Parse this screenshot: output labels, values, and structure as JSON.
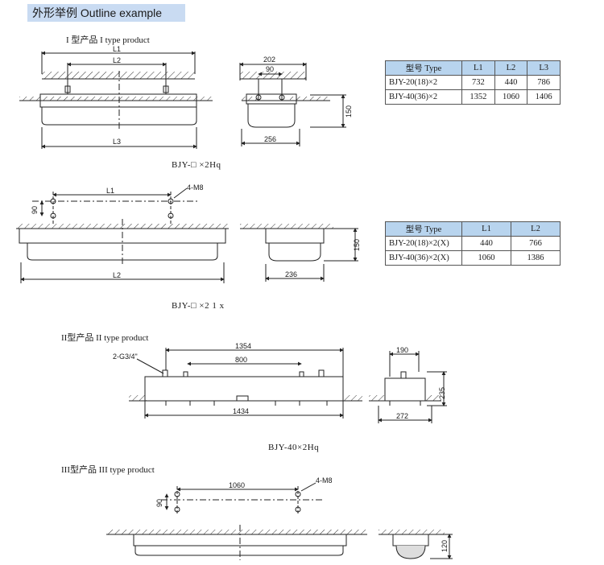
{
  "title": "外形举例  Outline example",
  "section1": {
    "label": "I 型产品  I  type product",
    "front_dims": {
      "L1": "L1",
      "L2": "L2",
      "L3": "L3"
    },
    "side_dims": {
      "w202": "202",
      "w90": "90",
      "h150": "150",
      "w256": "256"
    },
    "caption": "BJY-□ ×2Hq",
    "table": {
      "headers": [
        "型号 Type",
        "L1",
        "L2",
        "L3"
      ],
      "rows": [
        [
          "BJY-20(18)×2",
          "732",
          "440",
          "786"
        ],
        [
          "BJY-40(36)×2",
          "1352",
          "1060",
          "1406"
        ]
      ]
    }
  },
  "section1b": {
    "dims": {
      "L1": "L1",
      "h90": "90",
      "holes": "4-M8",
      "L2": "L2",
      "h150": "150",
      "w236": "236"
    },
    "caption": "BJY-□ ×2 1 x",
    "table": {
      "headers": [
        "型号 Type",
        "L1",
        "L2"
      ],
      "rows": [
        [
          "BJY-20(18)×2(X)",
          "440",
          "766"
        ],
        [
          "BJY-40(36)×2(X)",
          "1060",
          "1386"
        ]
      ]
    }
  },
  "section2": {
    "label": "II型产品 II type product",
    "dims": {
      "thread": "2-G3/4\"",
      "w1354": "1354",
      "w800": "800",
      "w1434": "1434",
      "w190": "190",
      "h235": "235",
      "w272": "272"
    },
    "caption": "BJY-40×2Hq"
  },
  "section3": {
    "label": "III型产品 III type product",
    "dims": {
      "w1060": "1060",
      "holes": "4-M8",
      "h90": "90",
      "h120": "120"
    }
  }
}
